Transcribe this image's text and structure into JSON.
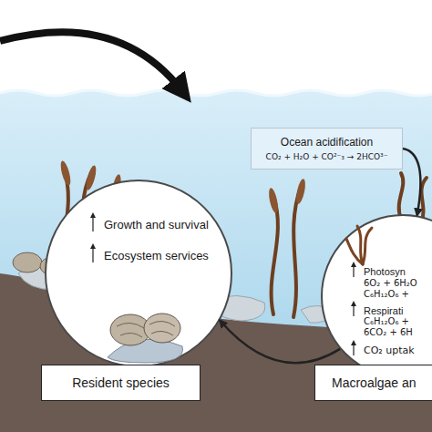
{
  "diagram": {
    "nodes": [
      {
        "text": [
          "Ocean acidification",
          "CO₂ + H₂O + CO²⁻₃ → 2HCO³⁻"
        ]
      },
      {
        "text": [
          "Growth and survival",
          "Ecosystem services"
        ]
      },
      {
        "text": [
          "Resident species"
        ]
      },
      {
        "text": [
          "Photosyn",
          "6O₂ + 6H₂O",
          "C₆H₁₂O₆ +",
          "Respirati",
          "C₆H₁₂O₆ +",
          "6CO₂ + 6H",
          "CO₂ uptak"
        ]
      },
      {
        "text": [
          "Macroalgae an"
        ]
      }
    ],
    "edges": [
      {
        "from": 0,
        "to": 3,
        "arrow": "to"
      },
      {
        "from": 3,
        "to": 1,
        "arrow": "to"
      }
    ]
  }
}
